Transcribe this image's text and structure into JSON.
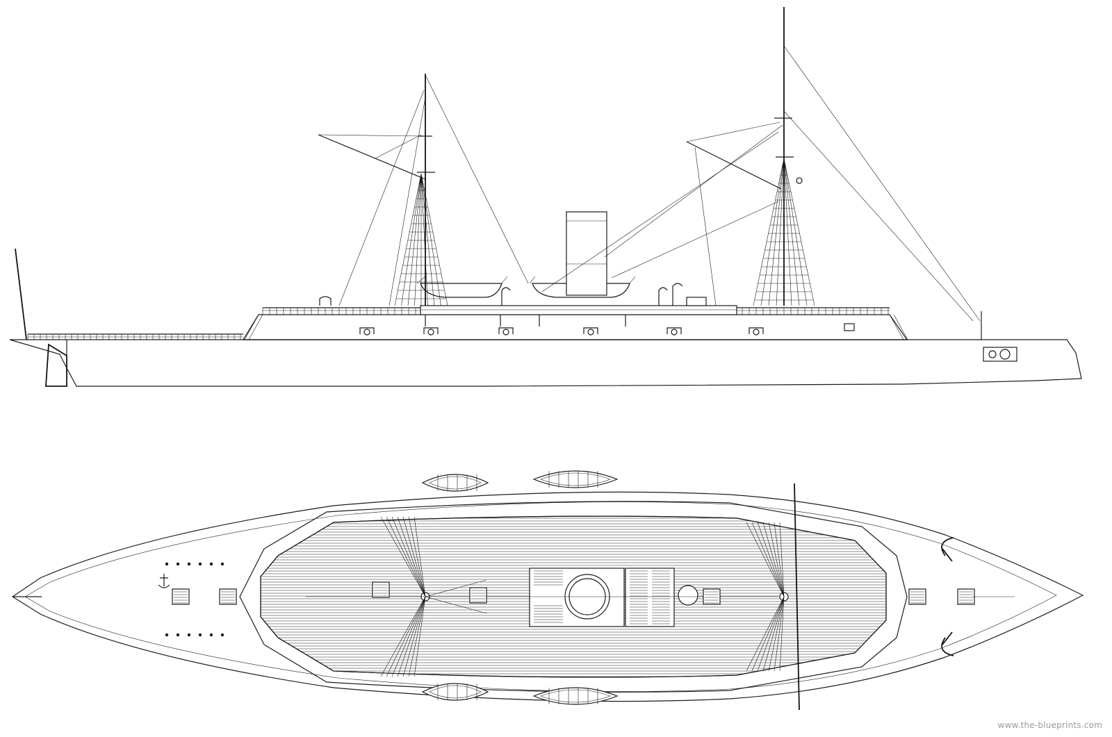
{
  "watermark": {
    "text": "www.the-blueprints.com"
  },
  "colors": {
    "line": "#1a1a1a",
    "background": "#ffffff",
    "watermark": "#9a9a9a"
  },
  "views": [
    "side-elevation",
    "deck-plan"
  ]
}
